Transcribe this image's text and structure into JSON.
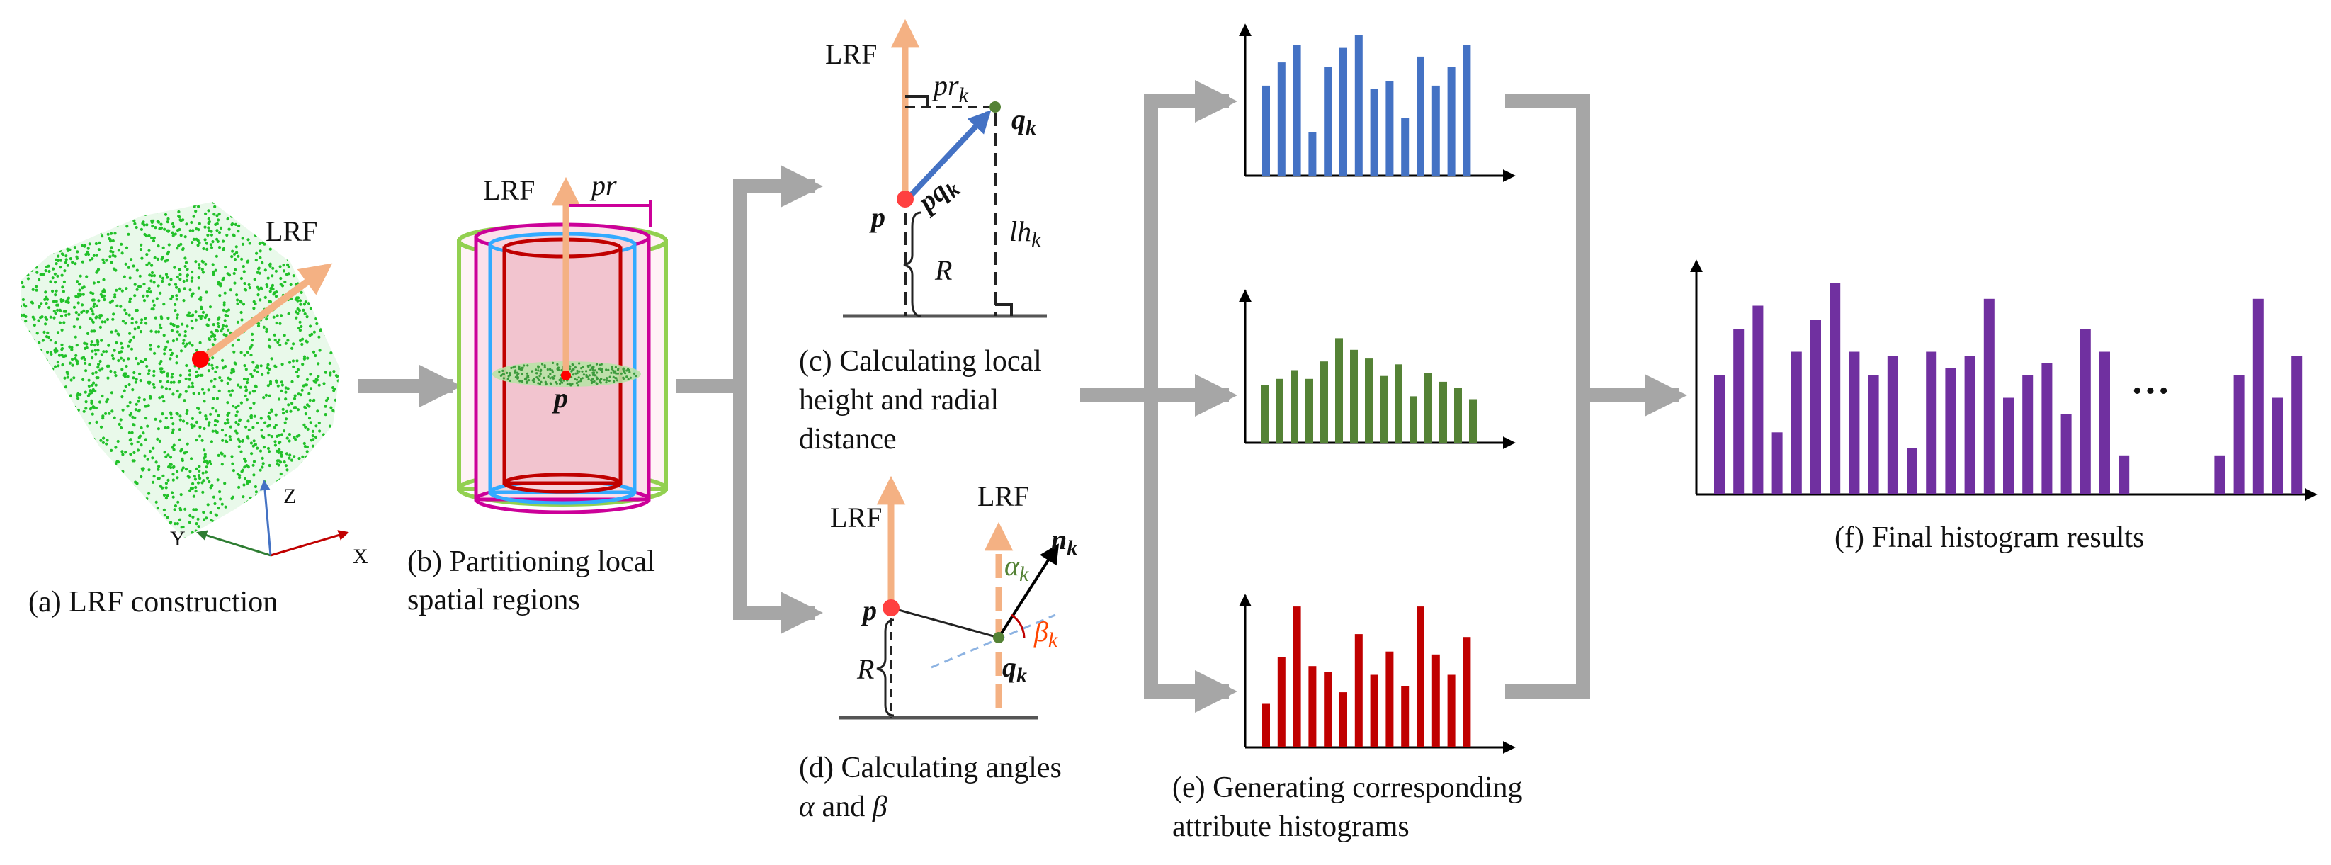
{
  "colors": {
    "lrf_arrow": "#f4b183",
    "gray_arrow": "#a6a6a6",
    "point_red": "#ff0000",
    "point_green": "#00b050",
    "cloud_green": "#22c12a",
    "blue": "#4472c4",
    "green": "#548235",
    "red": "#c00000",
    "purple": "#7030a0",
    "axis_red": "#c00000",
    "axis_green": "#2e7d32",
    "axis_blue": "#4472c4",
    "orange_text": "#ff4500"
  },
  "panel_a": {
    "lrf": "LRF",
    "axis_x": "X",
    "axis_y": "Y",
    "axis_z": "Z",
    "caption": "(a) LRF construction"
  },
  "panel_b": {
    "lrf": "LRF",
    "pr": "pr",
    "p": "p",
    "caption_line1": "(b) Partitioning local",
    "caption_line2": "spatial regions"
  },
  "panel_c": {
    "lrf": "LRF",
    "pr": "pr",
    "pr_sub": "k",
    "q": "q",
    "q_sub": "k",
    "p": "p",
    "pq": "pq",
    "pq_sub": "k",
    "lh": "lh",
    "lh_sub": "k",
    "R": "R",
    "caption_line1": "(c) Calculating local",
    "caption_line2": "height and radial",
    "caption_line3": "distance"
  },
  "panel_d": {
    "lrf_left": "LRF",
    "lrf_right": "LRF",
    "n": "n",
    "n_sub": "k",
    "alpha": "α",
    "alpha_sub": "k",
    "beta": "β",
    "beta_sub": "k",
    "p": "p",
    "q": "q",
    "q_sub": "k",
    "R": "R",
    "caption_line1": "(d) Calculating angles",
    "caption_line2_a": "α",
    "caption_line2_and": " and ",
    "caption_line2_b": "β"
  },
  "panel_e": {
    "caption_line1": "(e) Generating corresponding",
    "caption_line2": "attribute histograms"
  },
  "panel_f": {
    "ellipsis": "···",
    "caption": "(f) Final histogram results"
  },
  "chart_data": [
    {
      "type": "bar",
      "series": [
        {
          "values": [
            0.62,
            0.78,
            0.9,
            0.3,
            0.75,
            0.88,
            0.97,
            0.6,
            0.65,
            0.4,
            0.82,
            0.62,
            0.75,
            0.9
          ]
        }
      ]
    },
    {
      "type": "bar",
      "series": [
        {
          "values": [
            0.4,
            0.44,
            0.5,
            0.44,
            0.56,
            0.72,
            0.64,
            0.58,
            0.46,
            0.54,
            0.32,
            0.48,
            0.42,
            0.38,
            0.3
          ]
        }
      ]
    },
    {
      "type": "bar",
      "series": [
        {
          "values": [
            0.3,
            0.62,
            0.97,
            0.56,
            0.52,
            0.38,
            0.78,
            0.5,
            0.66,
            0.42,
            0.97,
            0.64,
            0.5,
            0.76
          ]
        }
      ]
    },
    {
      "type": "bar",
      "series": [
        {
          "values": [
            0.52,
            0.72,
            0.82,
            0.27,
            0.62,
            0.76,
            0.92,
            0.62,
            0.52,
            0.6,
            0.2,
            0.62,
            0.55,
            0.6,
            0.85,
            0.42,
            0.52,
            0.57,
            0.35,
            0.72,
            0.62,
            0.17,
            0.17,
            0.52,
            0.85,
            0.42,
            0.6
          ]
        }
      ],
      "gap_before_index": 22
    }
  ]
}
